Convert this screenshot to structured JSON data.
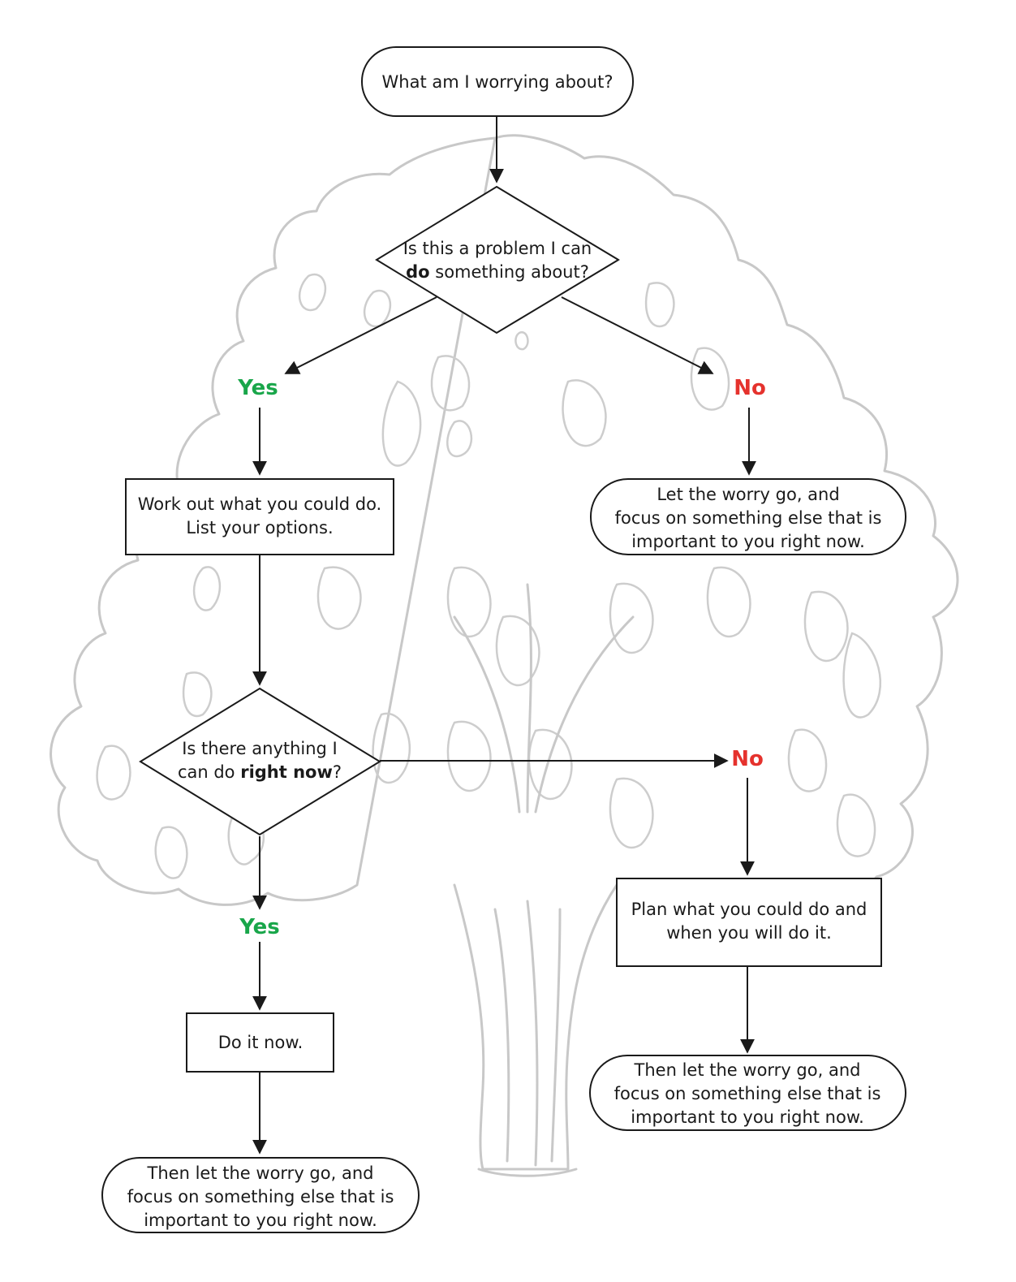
{
  "diagram": {
    "start": "What am I worrying about?",
    "q1": {
      "line1": "Is this a problem I can",
      "line2_bold": "do",
      "line2_rest": " something about?"
    },
    "q1_yes": "Yes",
    "q1_no": "No",
    "work_out": {
      "line1": "Work out what you could do.",
      "line2": "List your options."
    },
    "let_go": {
      "line1": "Let the worry go, and",
      "line2": "focus on something else that is",
      "line3": "important to you right now."
    },
    "q2": {
      "line1": "Is there anything I",
      "line2_pre": "can do ",
      "line2_bold": "right now",
      "line2_post": "?"
    },
    "q2_yes": "Yes",
    "q2_no": "No",
    "plan": {
      "line1": "Plan what you could do and",
      "line2": "when you will do it."
    },
    "do_now": "Do it now.",
    "then_let_go_right": {
      "line1": "Then let the worry go, and",
      "line2": "focus on something else that is",
      "line3": "important to you right now."
    },
    "then_let_go_left": {
      "line1": "Then let the worry go, and",
      "line2": "focus on something else that is",
      "line3": "important to you right now."
    },
    "colors": {
      "yes": "#19a64a",
      "no": "#e5322d",
      "tree": "#c8c8c8",
      "line": "#1a1a1a"
    },
    "background_icon": "tree-illustration"
  }
}
